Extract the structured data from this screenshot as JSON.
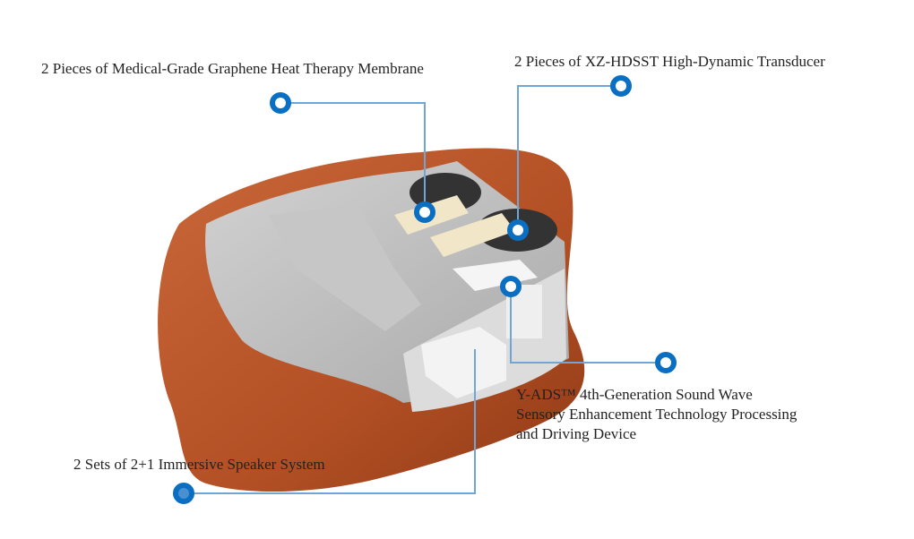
{
  "callouts": {
    "heat_membrane": "2 Pieces of Medical-Grade Graphene Heat Therapy Membrane",
    "transducer": "2 Pieces of XZ-HDSST High-Dynamic Transducer",
    "processor": [
      "Y-ADS™ 4th-Generation Sound Wave",
      "Sensory Enhancement Technology Processing",
      "and Driving Device"
    ],
    "speaker": "2 Sets of 2+1 Immersive Speaker System"
  },
  "colors": {
    "callout_blue": "#0a6fc2",
    "leader_line": "#6ea6d8",
    "leather": "#b8562a",
    "foam": "#b9b9b9"
  }
}
